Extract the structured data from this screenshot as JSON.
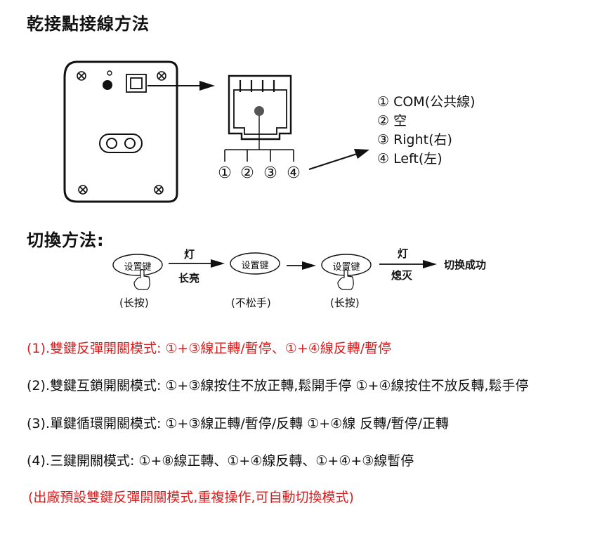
{
  "title": "乾接點接線方法",
  "pins": {
    "p1": "① COM(公共線)",
    "p2": "② 空",
    "p3": "③ Right(右)",
    "p4": "④ Left(左)"
  },
  "pin_numbers": [
    "①",
    "②",
    "③",
    "④"
  ],
  "switch_section": {
    "title": "切換方法:",
    "key_label": "设置键",
    "step1_bottom": "(长按)",
    "arrow1_top": "灯",
    "arrow1_bottom": "长亮",
    "step2_bottom": "(不松手)",
    "step3_bottom": "(长按)",
    "arrow3_top": "灯",
    "arrow3_bottom": "熄灭",
    "result": "切换成功"
  },
  "modes": {
    "m1": "(1).雙鍵反彈開關模式: ①+③線正轉/暫停、①+④線反轉/暫停",
    "m2": "(2).雙鍵互鎖開關模式: ①+③線按住不放正轉,鬆開手停 ①+④線按住不放反轉,鬆手停",
    "m3": "(3).單鍵循環開關模式: ①+③線正轉/暫停/反轉 ①+④線 反轉/暫停/正轉",
    "m4": "(4).三鍵開關模式: ①+⑧線正轉、①+④線反轉、①+④+③線暫停"
  },
  "note": "(出廠預設雙鍵反彈開關模式,重複操作,可自動切換模式)",
  "colors": {
    "red": "#d42020",
    "text": "#111111"
  },
  "icons": [
    "screw-icon",
    "led-icon",
    "power-socket-icon",
    "rj-port-icon",
    "arrow-right-icon",
    "finger-press-icon"
  ]
}
